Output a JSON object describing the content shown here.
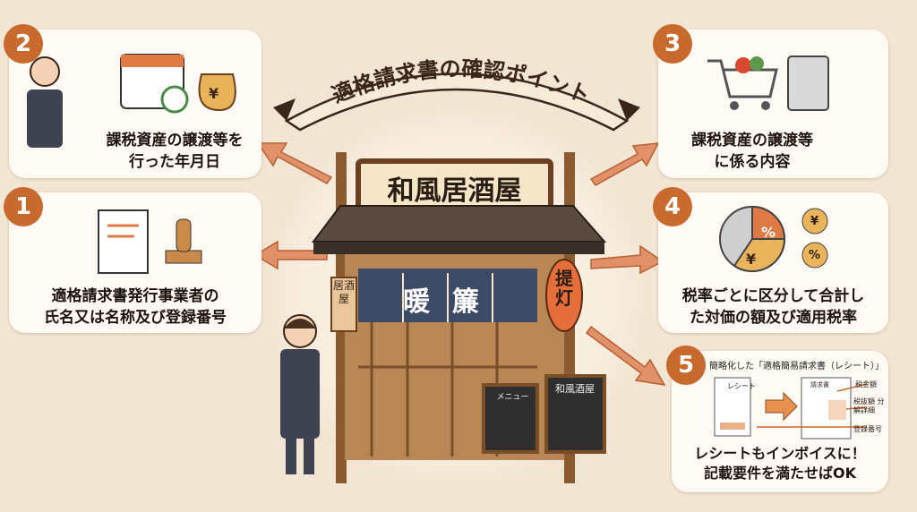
{
  "banner": {
    "title": "適格請求書の確認ポイント"
  },
  "shop": {
    "sign": "和風居酒屋",
    "side_sign": "居酒屋",
    "noren": [
      "暖",
      "簾"
    ],
    "lantern": "提灯",
    "board_left": "メニュー",
    "board_right": "和風酒屋"
  },
  "points": [
    {
      "number": "1",
      "text_lines": [
        "適格請求書発行事業者の",
        "氏名又は名称及び登録番号"
      ]
    },
    {
      "number": "2",
      "text_lines": [
        "課税資産の譲渡等を",
        "行った年月日"
      ],
      "icon_text": "¥"
    },
    {
      "number": "3",
      "text_lines": [
        "課税資産の譲渡等",
        "に係る内容"
      ]
    },
    {
      "number": "4",
      "text_lines": [
        "税率ごとに区分して合計し",
        "た対価の額及び適用税率"
      ],
      "icon_labels": [
        "%",
        "¥",
        "¥",
        "%"
      ]
    },
    {
      "number": "5",
      "caption": "簡略化した「適格簡易請求書（レシート）」",
      "receipt_label": "レシート",
      "invoice_label": "請求書",
      "labels": [
        "税金額",
        "税抜額 分解詳細",
        "登録番号"
      ],
      "text_lines": [
        "レシートもインボイスに！",
        "記載要件を満たせばOK"
      ]
    }
  ],
  "colors": {
    "accent": "#c86a2e",
    "background": "#f3e5d3",
    "card": "#fffaf3",
    "noren": "#3d4a66",
    "wood": "#9a6a3c"
  }
}
